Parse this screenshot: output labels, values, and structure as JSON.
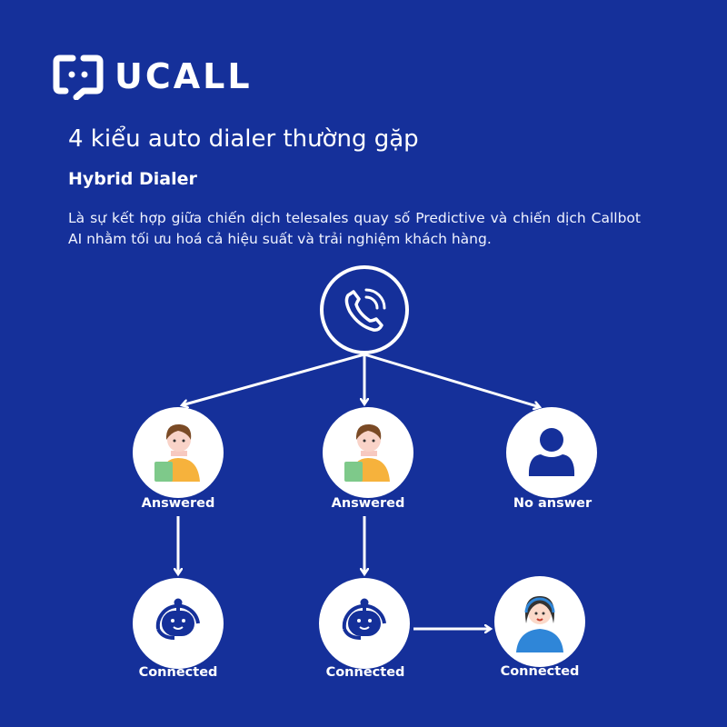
{
  "brand": {
    "name": "UCALL"
  },
  "header": {
    "title": "4 kiểu auto dialer thường gặp",
    "subtitle": "Hybrid Dialer",
    "description": "Là sự kết hợp giữa chiến dịch telesales quay số Predictive và chiến dịch Callbot AI nhằm tối ưu hoá cả hiệu suất và trải nghiệm khách hàng."
  },
  "diagram": {
    "root": {
      "icon": "phone-call-icon"
    },
    "row1": [
      {
        "label": "Answered",
        "icon": "customer-icon"
      },
      {
        "label": "Answered",
        "icon": "customer-icon"
      },
      {
        "label": "No answer",
        "icon": "user-silhouette-icon"
      }
    ],
    "row2": [
      {
        "label": "Connected",
        "icon": "robot-headset-icon"
      },
      {
        "label": "Connected",
        "icon": "robot-headset-icon"
      },
      {
        "label": "Connected",
        "icon": "agent-headset-icon"
      }
    ]
  },
  "colors": {
    "background": "#15309a",
    "foreground": "#ffffff"
  }
}
